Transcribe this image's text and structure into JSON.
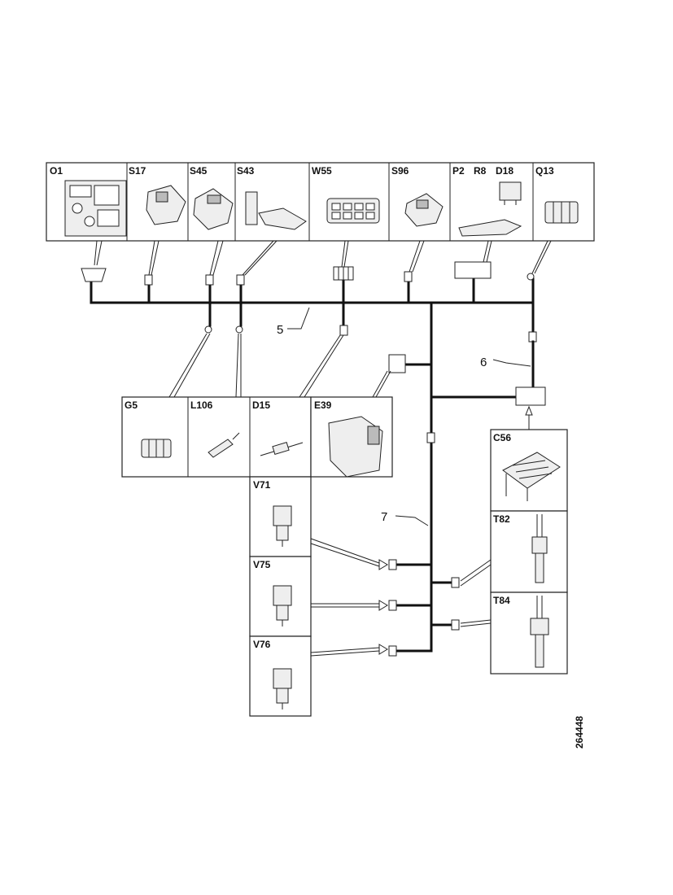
{
  "components": {
    "O1": "O1",
    "S17": "S17",
    "S45": "S45",
    "S43": "S43",
    "W55": "W55",
    "S96": "S96",
    "P2": "P2",
    "R8": "R8",
    "D18": "D18",
    "Q13": "Q13",
    "G5": "G5",
    "L106": "L106",
    "D15": "D15",
    "E39": "E39",
    "C56": "C56",
    "T82": "T82",
    "T84": "T84",
    "V71": "V71",
    "V75": "V75",
    "V76": "V76"
  },
  "harness_labels": {
    "h5": "5",
    "h6": "6",
    "h7": "7"
  },
  "figure_number": "264448"
}
